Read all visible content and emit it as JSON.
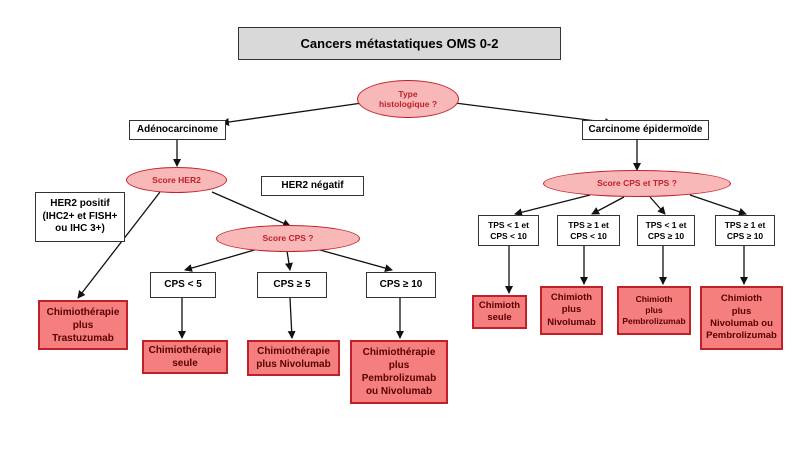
{
  "title": "Cancers métastatiques OMS 0-2",
  "type_histo": [
    "Type",
    "histologique ?"
  ],
  "adeno": "Adénocarcinome",
  "carcinome": "Carcinome épidermoïde",
  "score_her2": "Score HER2",
  "her2_negatif": "HER2 négatif",
  "her2_positif": [
    "HER2 positif",
    "(IHC2+ et FISH+",
    "ou IHC 3+)"
  ],
  "score_cps": "Score CPS ?",
  "score_cps_tps": "Score CPS et TPS ?",
  "cps_lt5": "CPS < 5",
  "cps_ge5": "CPS ≥ 5",
  "cps_ge10": "CPS ≥ 10",
  "tps1": [
    "TPS < 1 et",
    "CPS < 10"
  ],
  "tps2": [
    "TPS ≥ 1 et",
    "CPS < 10"
  ],
  "tps3": [
    "TPS < 1 et",
    "CPS ≥ 10"
  ],
  "tps4": [
    "TPS ≥ 1 et",
    "CPS ≥ 10"
  ],
  "out_trastu": [
    "Chimiothérapie",
    "plus",
    "Trastuzumab"
  ],
  "out_seule": [
    "Chimiothérapie",
    "seule"
  ],
  "out_nivo": [
    "Chimiothérapie",
    "plus Nivolumab"
  ],
  "out_pembro_nivo": [
    "Chimiothérapie",
    "plus",
    "Pembrolizumab",
    "ou Nivolumab"
  ],
  "out_chimioth_seule": [
    "Chimioth",
    "seule"
  ],
  "out_chimioth_nivo": [
    "Chimioth",
    "plus",
    "Nivolumab"
  ],
  "out_chimioth_pembro": [
    "Chimioth",
    "plus",
    "Pembrolizumab"
  ],
  "out_chimioth_nivo_pembro": [
    "Chimioth",
    "plus",
    "Nivolumab ou",
    "Pembrolizumab"
  ]
}
